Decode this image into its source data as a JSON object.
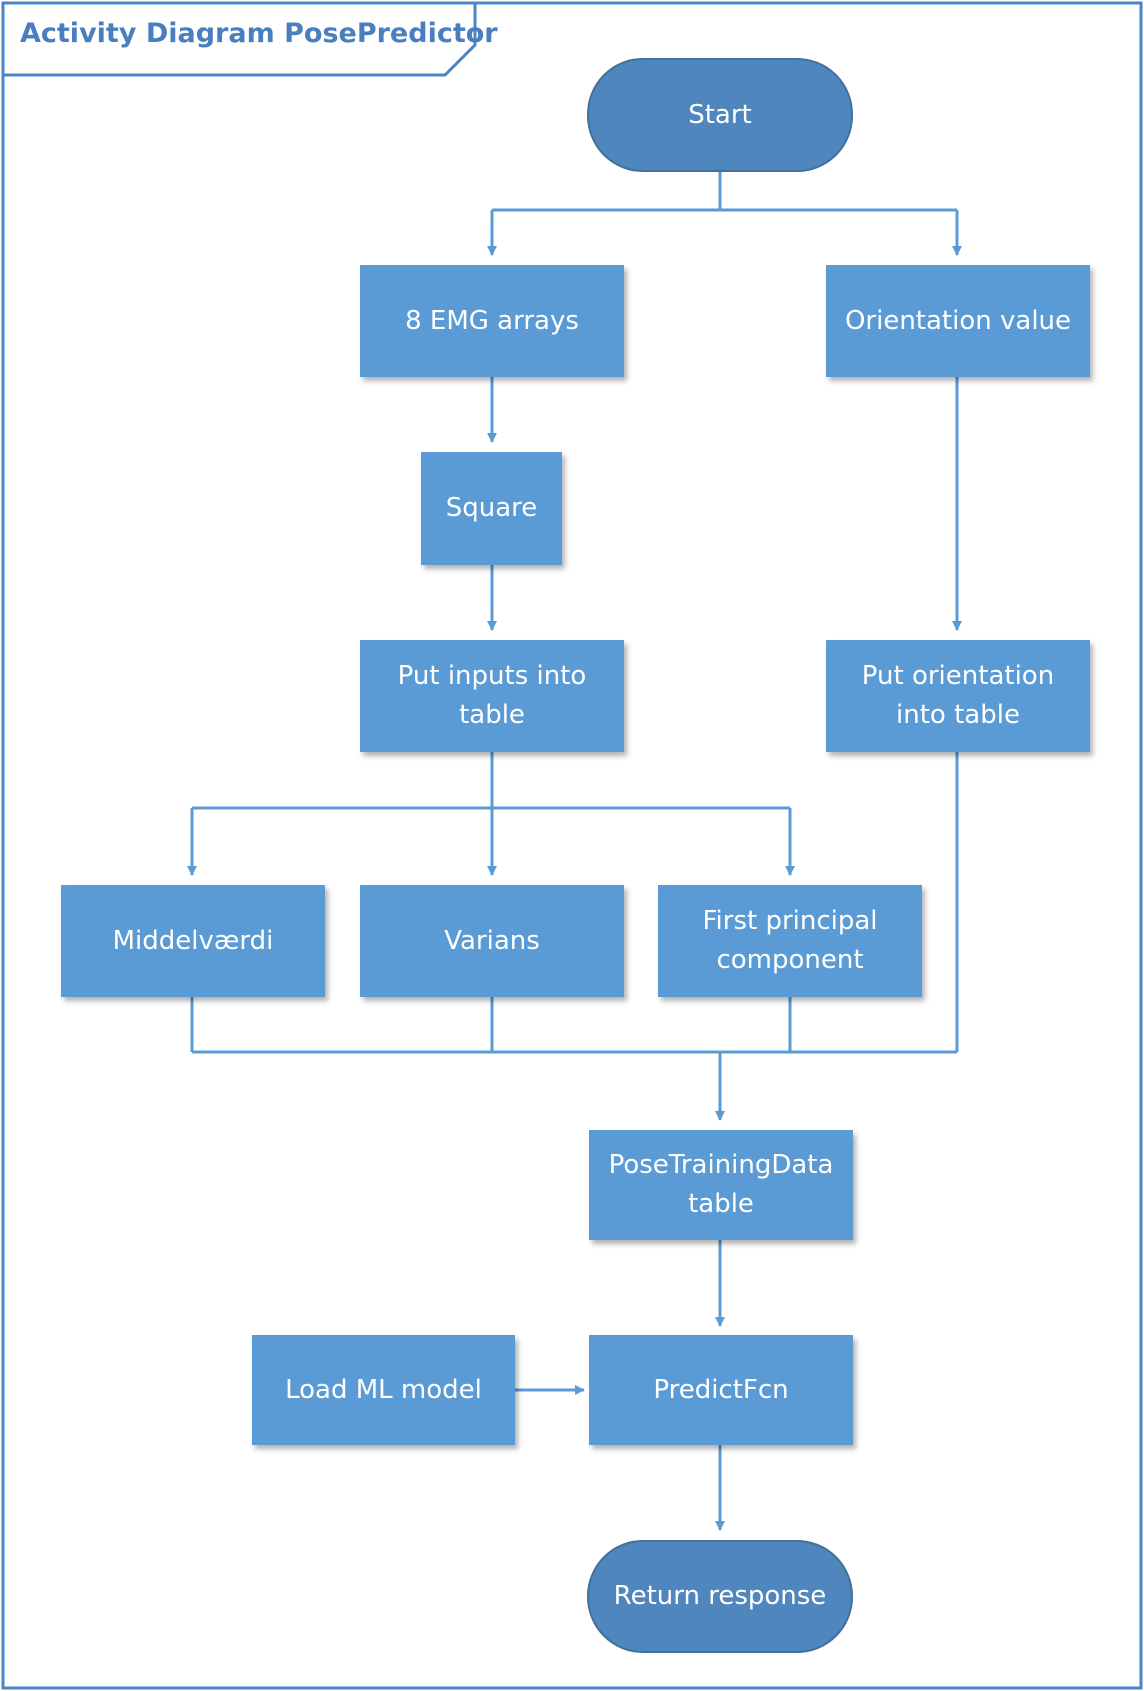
{
  "diagram": {
    "title": "Activity Diagram PosePredictor",
    "colors": {
      "frame": "#4a86c5",
      "action_fill": "#5b9bd5",
      "terminal_fill": "#4f86bd",
      "connector": "#5b9bd5",
      "text": "#ffffff",
      "title_text": "#4a7fbf"
    },
    "nodes": {
      "start": "Start",
      "emg_arrays": "8 EMG arrays",
      "orientation_value": "Orientation value",
      "square": "Square",
      "put_inputs": "Put inputs into\ntable",
      "put_orientation": "Put orientation\ninto table",
      "middelvaerdi": "Middelværdi",
      "varians": "Varians",
      "first_pc": "First principal\ncomponent",
      "pose_training_data": "PoseTrainingData\ntable",
      "load_ml_model": "Load ML model",
      "predict_fcn": "PredictFcn",
      "return_response": "Return response"
    }
  }
}
